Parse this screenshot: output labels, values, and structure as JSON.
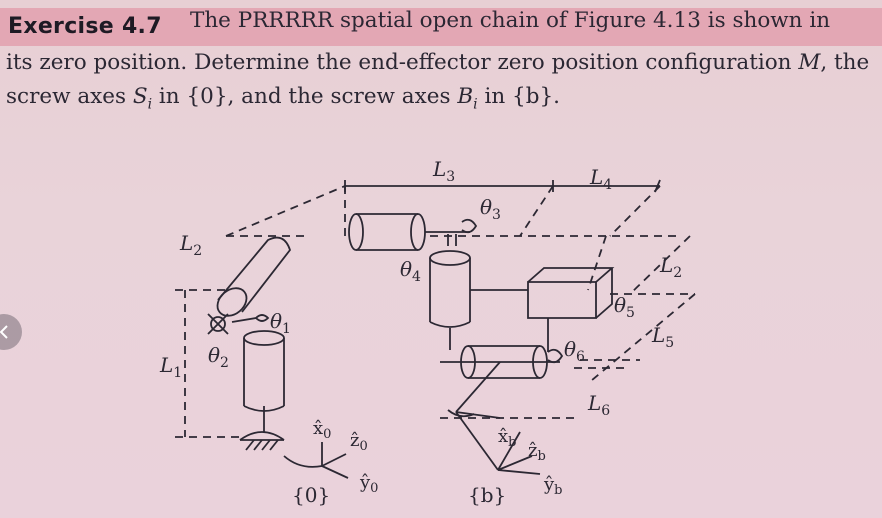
{
  "exercise": {
    "label": "Exercise 4.7",
    "line1": "The PRRRRR spatial open chain of Figure 4.13 is shown in",
    "line2_a": "its zero position. Determine the end-effector zero position configuration ",
    "line2_M": "M",
    "line2_b": ", the",
    "line3_a": "screw axes ",
    "line3_S": "S",
    "line3_i1": "i",
    "line3_b": " in {0}, and the screw axes ",
    "line3_B": "B",
    "line3_i2": "i",
    "line3_c": " in {b}."
  },
  "figure": {
    "lengths": {
      "L1": "L",
      "L1_sub": "1",
      "L2": "L",
      "L2_sub": "2",
      "L3": "L",
      "L3_sub": "3",
      "L4": "L",
      "L4_sub": "4",
      "L5": "L",
      "L5_sub": "5",
      "L6": "L",
      "L6_sub": "6"
    },
    "joints": {
      "theta": "θ",
      "t1": "1",
      "t2": "2",
      "t3": "3",
      "t4": "4",
      "t5": "5",
      "t6": "6"
    },
    "frames": {
      "base": "{0}",
      "end": "{b}",
      "x0": "x̂",
      "x0_sub": "0",
      "y0": "ŷ",
      "y0_sub": "0",
      "z0": "ẑ",
      "z0_sub": "0",
      "xb": "x̂",
      "xb_sub": "b",
      "yb": "ŷ",
      "yb_sub": "b",
      "zb": "ẑ",
      "zb_sub": "b"
    }
  },
  "nav": {
    "prev_icon": "chevron-left-icon"
  }
}
